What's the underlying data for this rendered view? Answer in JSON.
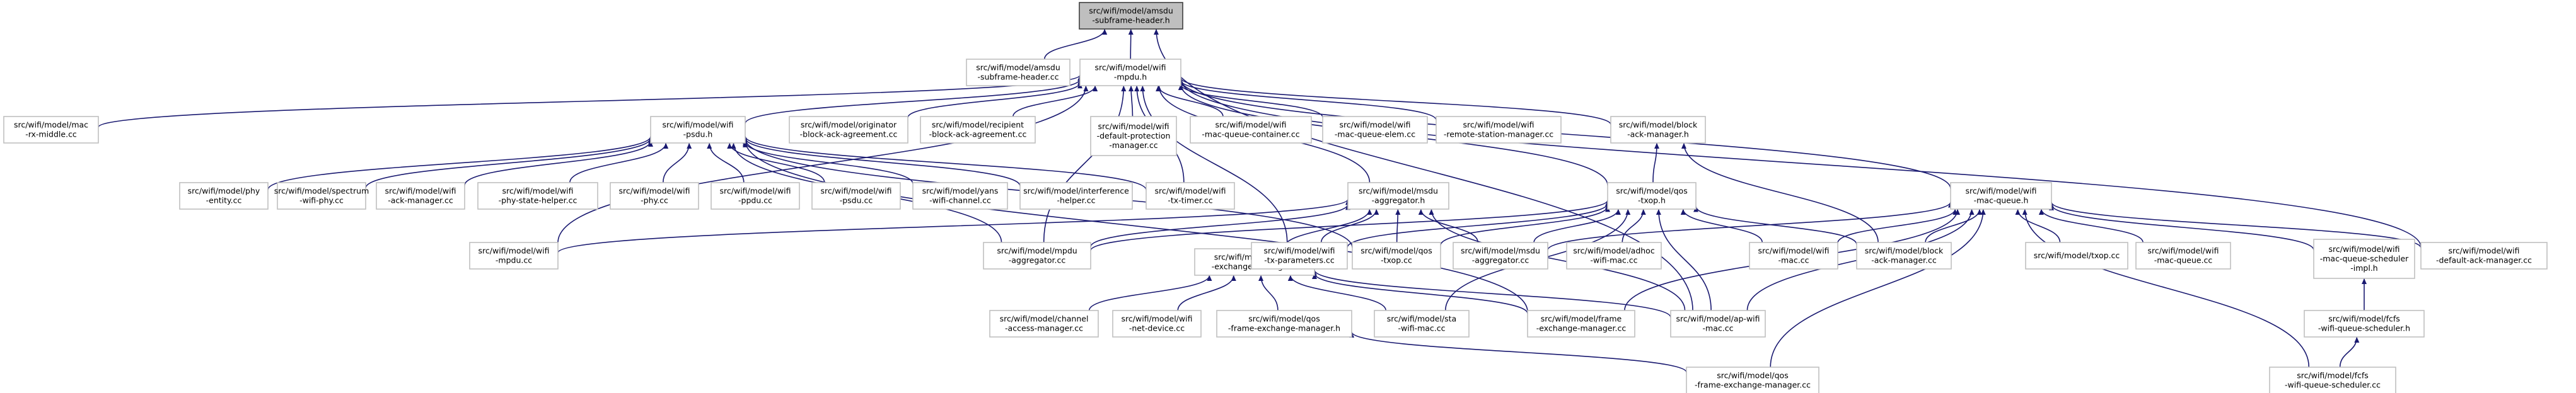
{
  "graph": {
    "root": "amsdu_hdr",
    "nodes": [
      {
        "id": "amsdu_hdr",
        "lines": [
          "src/wifi/model/amsdu",
          "-subframe-header.h"
        ]
      },
      {
        "id": "amsdu_cc",
        "lines": [
          "src/wifi/model/amsdu",
          "-subframe-header.cc"
        ]
      },
      {
        "id": "mpdu_h",
        "lines": [
          "src/wifi/model/wifi",
          "-mpdu.h"
        ]
      },
      {
        "id": "mac_rx_middle",
        "lines": [
          "src/wifi/model/mac",
          "-rx-middle.cc"
        ]
      },
      {
        "id": "psdu_h",
        "lines": [
          "src/wifi/model/wifi",
          "-psdu.h"
        ]
      },
      {
        "id": "originator",
        "lines": [
          "src/wifi/model/originator",
          "-block-ack-agreement.cc"
        ]
      },
      {
        "id": "recipient",
        "lines": [
          "src/wifi/model/recipient",
          "-block-ack-agreement.cc"
        ]
      },
      {
        "id": "default_prot",
        "lines": [
          "src/wifi/model/wifi",
          "-default-protection",
          "-manager.cc"
        ]
      },
      {
        "id": "queue_container",
        "lines": [
          "src/wifi/model/wifi",
          "-mac-queue-container.cc"
        ]
      },
      {
        "id": "queue_elem",
        "lines": [
          "src/wifi/model/wifi",
          "-mac-queue-elem.cc"
        ]
      },
      {
        "id": "remote_station",
        "lines": [
          "src/wifi/model/wifi",
          "-remote-station-manager.cc"
        ]
      },
      {
        "id": "block_ack_h",
        "lines": [
          "src/wifi/model/block",
          "-ack-manager.h"
        ]
      },
      {
        "id": "phy_entity",
        "lines": [
          "src/wifi/model/phy",
          "-entity.cc"
        ]
      },
      {
        "id": "spectrum_phy",
        "lines": [
          "src/wifi/model/spectrum",
          "-wifi-phy.cc"
        ]
      },
      {
        "id": "ack_manager",
        "lines": [
          "src/wifi/model/wifi",
          "-ack-manager.cc"
        ]
      },
      {
        "id": "phy_state",
        "lines": [
          "src/wifi/model/wifi",
          "-phy-state-helper.cc"
        ]
      },
      {
        "id": "wifi_phy",
        "lines": [
          "src/wifi/model/wifi",
          "-phy.cc"
        ]
      },
      {
        "id": "wifi_ppdu",
        "lines": [
          "src/wifi/model/wifi",
          "-ppdu.cc"
        ]
      },
      {
        "id": "wifi_psdu",
        "lines": [
          "src/wifi/model/wifi",
          "-psdu.cc"
        ]
      },
      {
        "id": "yans",
        "lines": [
          "src/wifi/model/yans",
          "-wifi-channel.cc"
        ]
      },
      {
        "id": "interference",
        "lines": [
          "src/wifi/model/interference",
          "-helper.cc"
        ]
      },
      {
        "id": "tx_timer",
        "lines": [
          "src/wifi/model/wifi",
          "-tx-timer.cc"
        ]
      },
      {
        "id": "msdu_agg_h",
        "lines": [
          "src/wifi/model/msdu",
          "-aggregator.h"
        ]
      },
      {
        "id": "qos_txop_h",
        "lines": [
          "src/wifi/model/qos",
          "-txop.h"
        ]
      },
      {
        "id": "mac_queue_h",
        "lines": [
          "src/wifi/model/wifi",
          "-mac-queue.h"
        ]
      },
      {
        "id": "wifi_mpdu_cc",
        "lines": [
          "src/wifi/model/wifi",
          "-mpdu.cc"
        ]
      },
      {
        "id": "mpdu_agg_cc",
        "lines": [
          "src/wifi/model/mpdu",
          "-aggregator.cc"
        ]
      },
      {
        "id": "fem_h",
        "lines": [
          "src/wifi/model/frame",
          "-exchange-manager.h"
        ]
      },
      {
        "id": "tx_params",
        "lines": [
          "src/wifi/model/wifi",
          "-tx-parameters.cc"
        ]
      },
      {
        "id": "qos_txop_cc",
        "lines": [
          "src/wifi/model/qos",
          "-txop.cc"
        ]
      },
      {
        "id": "msdu_agg_cc",
        "lines": [
          "src/wifi/model/msdu",
          "-aggregator.cc"
        ]
      },
      {
        "id": "adhoc",
        "lines": [
          "src/wifi/model/adhoc",
          "-wifi-mac.cc"
        ]
      },
      {
        "id": "wifi_mac",
        "lines": [
          "src/wifi/model/wifi",
          "-mac.cc"
        ]
      },
      {
        "id": "block_ack_cc",
        "lines": [
          "src/wifi/model/block",
          "-ack-manager.cc"
        ]
      },
      {
        "id": "txop_cc",
        "lines": [
          "src/wifi/model/txop.cc"
        ]
      },
      {
        "id": "mac_queue_cc",
        "lines": [
          "src/wifi/model/wifi",
          "-mac-queue.cc"
        ]
      },
      {
        "id": "scheduler_impl",
        "lines": [
          "src/wifi/model/wifi",
          "-mac-queue-scheduler",
          "-impl.h"
        ]
      },
      {
        "id": "default_ack",
        "lines": [
          "src/wifi/model/wifi",
          "-default-ack-manager.cc"
        ]
      },
      {
        "id": "channel_access",
        "lines": [
          "src/wifi/model/channel",
          "-access-manager.cc"
        ]
      },
      {
        "id": "net_device",
        "lines": [
          "src/wifi/model/wifi",
          "-net-device.cc"
        ]
      },
      {
        "id": "qos_fem_h",
        "lines": [
          "src/wifi/model/qos",
          "-frame-exchange-manager.h"
        ]
      },
      {
        "id": "sta_mac",
        "lines": [
          "src/wifi/model/sta",
          "-wifi-mac.cc"
        ]
      },
      {
        "id": "fem_cc",
        "lines": [
          "src/wifi/model/frame",
          "-exchange-manager.cc"
        ]
      },
      {
        "id": "ap_mac",
        "lines": [
          "src/wifi/model/ap-wifi",
          "-mac.cc"
        ]
      },
      {
        "id": "fcfs_h",
        "lines": [
          "src/wifi/model/fcfs",
          "-wifi-queue-scheduler.h"
        ]
      },
      {
        "id": "qos_fem_cc",
        "lines": [
          "src/wifi/model/qos",
          "-frame-exchange-manager.cc"
        ]
      },
      {
        "id": "fcfs_cc",
        "lines": [
          "src/wifi/model/fcfs",
          "-wifi-queue-scheduler.cc"
        ]
      }
    ],
    "edges": [
      [
        "amsdu_hdr",
        "amsdu_cc"
      ],
      [
        "amsdu_hdr",
        "mpdu_h"
      ],
      [
        "amsdu_hdr",
        "ap_mac"
      ],
      [
        "mpdu_h",
        "mac_rx_middle"
      ],
      [
        "mpdu_h",
        "psdu_h"
      ],
      [
        "mpdu_h",
        "originator"
      ],
      [
        "mpdu_h",
        "recipient"
      ],
      [
        "mpdu_h",
        "default_prot"
      ],
      [
        "mpdu_h",
        "queue_container"
      ],
      [
        "mpdu_h",
        "queue_elem"
      ],
      [
        "mpdu_h",
        "remote_station"
      ],
      [
        "mpdu_h",
        "block_ack_h"
      ],
      [
        "mpdu_h",
        "mac_queue_h"
      ],
      [
        "mpdu_h",
        "msdu_agg_h"
      ],
      [
        "mpdu_h",
        "qos_txop_h"
      ],
      [
        "mpdu_h",
        "tx_timer"
      ],
      [
        "mpdu_h",
        "wifi_mpdu_cc"
      ],
      [
        "mpdu_h",
        "mpdu_agg_cc"
      ],
      [
        "mpdu_h",
        "tx_params"
      ],
      [
        "mpdu_h",
        "default_ack"
      ],
      [
        "psdu_h",
        "phy_entity"
      ],
      [
        "psdu_h",
        "spectrum_phy"
      ],
      [
        "psdu_h",
        "ack_manager"
      ],
      [
        "psdu_h",
        "phy_state"
      ],
      [
        "psdu_h",
        "wifi_phy"
      ],
      [
        "psdu_h",
        "wifi_ppdu"
      ],
      [
        "psdu_h",
        "wifi_psdu"
      ],
      [
        "psdu_h",
        "yans"
      ],
      [
        "psdu_h",
        "interference"
      ],
      [
        "psdu_h",
        "tx_timer"
      ],
      [
        "psdu_h",
        "mpdu_agg_cc"
      ],
      [
        "psdu_h",
        "qos_txop_cc"
      ],
      [
        "psdu_h",
        "fem_cc"
      ],
      [
        "block_ack_h",
        "qos_txop_h"
      ],
      [
        "block_ack_h",
        "block_ack_cc"
      ],
      [
        "msdu_agg_h",
        "wifi_mpdu_cc"
      ],
      [
        "msdu_agg_h",
        "mpdu_agg_cc"
      ],
      [
        "msdu_agg_h",
        "fem_h"
      ],
      [
        "msdu_agg_h",
        "tx_params"
      ],
      [
        "msdu_agg_h",
        "qos_txop_cc"
      ],
      [
        "msdu_agg_h",
        "msdu_agg_cc"
      ],
      [
        "msdu_agg_h",
        "ap_mac"
      ],
      [
        "qos_txop_h",
        "tx_params"
      ],
      [
        "qos_txop_h",
        "qos_txop_cc"
      ],
      [
        "qos_txop_h",
        "msdu_agg_cc"
      ],
      [
        "qos_txop_h",
        "adhoc"
      ],
      [
        "qos_txop_h",
        "wifi_mac"
      ],
      [
        "qos_txop_h",
        "sta_mac"
      ],
      [
        "qos_txop_h",
        "ap_mac"
      ],
      [
        "qos_txop_h",
        "block_ack_cc"
      ],
      [
        "qos_txop_h",
        "mpdu_agg_cc"
      ],
      [
        "mac_queue_h",
        "msdu_agg_cc"
      ],
      [
        "mac_queue_h",
        "wifi_mac"
      ],
      [
        "mac_queue_h",
        "block_ack_cc"
      ],
      [
        "mac_queue_h",
        "txop_cc"
      ],
      [
        "mac_queue_h",
        "mac_queue_cc"
      ],
      [
        "mac_queue_h",
        "scheduler_impl"
      ],
      [
        "mac_queue_h",
        "default_ack"
      ],
      [
        "mac_queue_h",
        "fem_cc"
      ],
      [
        "mac_queue_h",
        "ap_mac"
      ],
      [
        "mac_queue_h",
        "qos_fem_cc"
      ],
      [
        "mac_queue_h",
        "fcfs_cc"
      ],
      [
        "fem_h",
        "channel_access"
      ],
      [
        "fem_h",
        "net_device"
      ],
      [
        "fem_h",
        "qos_fem_h"
      ],
      [
        "fem_h",
        "sta_mac"
      ],
      [
        "fem_h",
        "fem_cc"
      ],
      [
        "fem_h",
        "ap_mac"
      ],
      [
        "qos_fem_h",
        "qos_fem_cc"
      ],
      [
        "scheduler_impl",
        "fcfs_h"
      ],
      [
        "fcfs_h",
        "fcfs_cc"
      ]
    ]
  }
}
